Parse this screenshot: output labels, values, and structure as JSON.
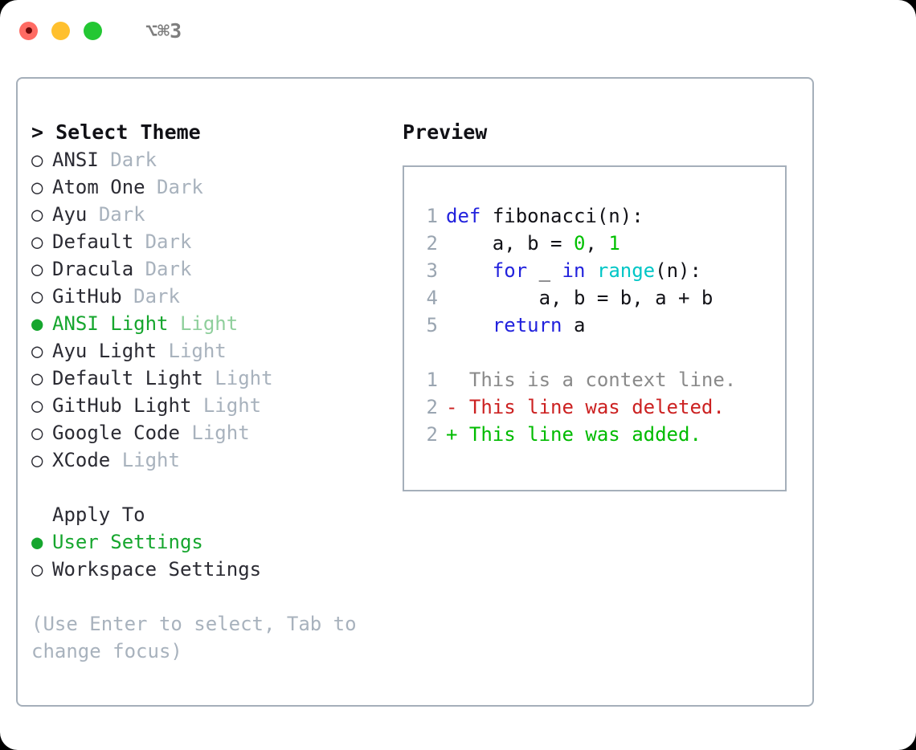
{
  "titlebar": {
    "shortcut": "⌥⌘3",
    "lights": [
      {
        "name": "close",
        "color": "#ff6b63"
      },
      {
        "name": "minimize",
        "color": "#ffc02e"
      },
      {
        "name": "maximize",
        "color": "#23c733"
      }
    ]
  },
  "theme_picker": {
    "header": "> Select Theme",
    "items": [
      {
        "marker": "○",
        "name": "ANSI",
        "category": "Dark",
        "selected": false
      },
      {
        "marker": "○",
        "name": "Atom One",
        "category": "Dark",
        "selected": false
      },
      {
        "marker": "○",
        "name": "Ayu",
        "category": "Dark",
        "selected": false
      },
      {
        "marker": "○",
        "name": "Default",
        "category": "Dark",
        "selected": false
      },
      {
        "marker": "○",
        "name": "Dracula",
        "category": "Dark",
        "selected": false
      },
      {
        "marker": "○",
        "name": "GitHub",
        "category": "Dark",
        "selected": false
      },
      {
        "marker": "●",
        "name": "ANSI Light",
        "category": "Light",
        "selected": true
      },
      {
        "marker": "○",
        "name": "Ayu Light",
        "category": "Light",
        "selected": false
      },
      {
        "marker": "○",
        "name": "Default Light",
        "category": "Light",
        "selected": false
      },
      {
        "marker": "○",
        "name": "GitHub Light",
        "category": "Light",
        "selected": false
      },
      {
        "marker": "○",
        "name": "Google Code",
        "category": "Light",
        "selected": false
      },
      {
        "marker": "○",
        "name": "XCode",
        "category": "Light",
        "selected": false
      }
    ]
  },
  "apply_to": {
    "label": "Apply To",
    "options": [
      {
        "marker": "●",
        "name": "User Settings",
        "selected": true
      },
      {
        "marker": "○",
        "name": "Workspace Settings",
        "selected": false
      }
    ]
  },
  "hint": "(Use Enter to select, Tab to change focus)",
  "preview": {
    "header": "Preview",
    "code_lines": [
      {
        "num": "1",
        "tokens": [
          {
            "t": "def",
            "c": "kw"
          },
          {
            "t": " ",
            "c": "txt"
          },
          {
            "t": "fibonacci(n):",
            "c": "txt"
          }
        ]
      },
      {
        "num": "2",
        "tokens": [
          {
            "t": "    a, b = ",
            "c": "txt"
          },
          {
            "t": "0",
            "c": "num"
          },
          {
            "t": ", ",
            "c": "txt"
          },
          {
            "t": "1",
            "c": "num"
          }
        ]
      },
      {
        "num": "3",
        "tokens": [
          {
            "t": "    ",
            "c": "txt"
          },
          {
            "t": "for",
            "c": "kw"
          },
          {
            "t": " _ ",
            "c": "txt"
          },
          {
            "t": "in",
            "c": "kw"
          },
          {
            "t": " ",
            "c": "txt"
          },
          {
            "t": "range",
            "c": "fn"
          },
          {
            "t": "(n):",
            "c": "txt"
          }
        ]
      },
      {
        "num": "4",
        "tokens": [
          {
            "t": "        a, b = b, a + b",
            "c": "txt"
          }
        ]
      },
      {
        "num": "5",
        "tokens": [
          {
            "t": "    ",
            "c": "txt"
          },
          {
            "t": "return",
            "c": "kw"
          },
          {
            "t": " a",
            "c": "txt"
          }
        ]
      }
    ],
    "diff_lines": [
      {
        "num": "1",
        "prefix": "  ",
        "text": "This is a context line.",
        "kind": "ctx"
      },
      {
        "num": "2",
        "prefix": "- ",
        "text": "This line was deleted.",
        "kind": "del"
      },
      {
        "num": "2",
        "prefix": "+ ",
        "text": "This line was added.",
        "kind": "add"
      }
    ]
  },
  "colors": {
    "accent_green": "#16a62e",
    "muted": "#a8b2bd",
    "border": "#a5afba",
    "keyword_blue": "#2222dd",
    "function_cyan": "#00c6c6",
    "number_green": "#00c000",
    "diff_delete": "#cc2222",
    "diff_add": "#00bb00",
    "diff_context": "#8a8a8a"
  }
}
